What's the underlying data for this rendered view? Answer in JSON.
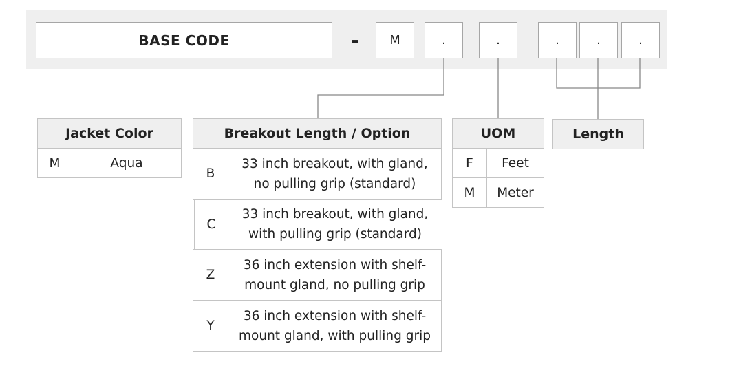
{
  "code_bar": {
    "base_code": "BASE  CODE",
    "separator": "-",
    "segments": [
      "M",
      ".",
      ".",
      ".",
      ".",
      "."
    ]
  },
  "jacket_color": {
    "title": "Jacket Color",
    "rows": [
      {
        "code": "M",
        "desc": "Aqua"
      }
    ]
  },
  "breakout": {
    "title": "Breakout Length / Option",
    "rows": [
      {
        "code": "B",
        "line1": "33 inch breakout, with gland,",
        "line2": "no pulling grip (standard)"
      },
      {
        "code": "C",
        "line1": "33 inch breakout, with gland,",
        "line2": "with pulling grip (standard)"
      },
      {
        "code": "Z",
        "line1": "36 inch extension with shelf-",
        "line2": "mount gland, no pulling grip"
      },
      {
        "code": "Y",
        "line1": "36 inch extension with shelf-",
        "line2": "mount gland, with pulling grip"
      }
    ]
  },
  "uom": {
    "title": "UOM",
    "rows": [
      {
        "code": "F",
        "desc": "Feet"
      },
      {
        "code": "M",
        "desc": "Meter"
      }
    ]
  },
  "length": {
    "title": "Length"
  },
  "colors": {
    "band": "#efefef",
    "border": "#a6a6a6",
    "header_fill": "#efefef",
    "connector": "#888888"
  }
}
